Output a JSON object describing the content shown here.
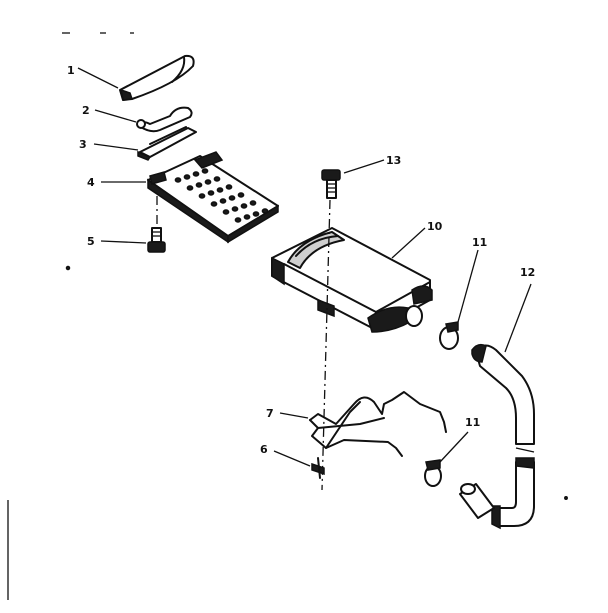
{
  "callouts": {
    "c1": "1",
    "c2": "2",
    "c3": "3",
    "c4": "4",
    "c5": "5",
    "c6": "6",
    "c7": "7",
    "c10": "10",
    "c11a": "11",
    "c11b": "11",
    "c12": "12",
    "c13": "13"
  }
}
